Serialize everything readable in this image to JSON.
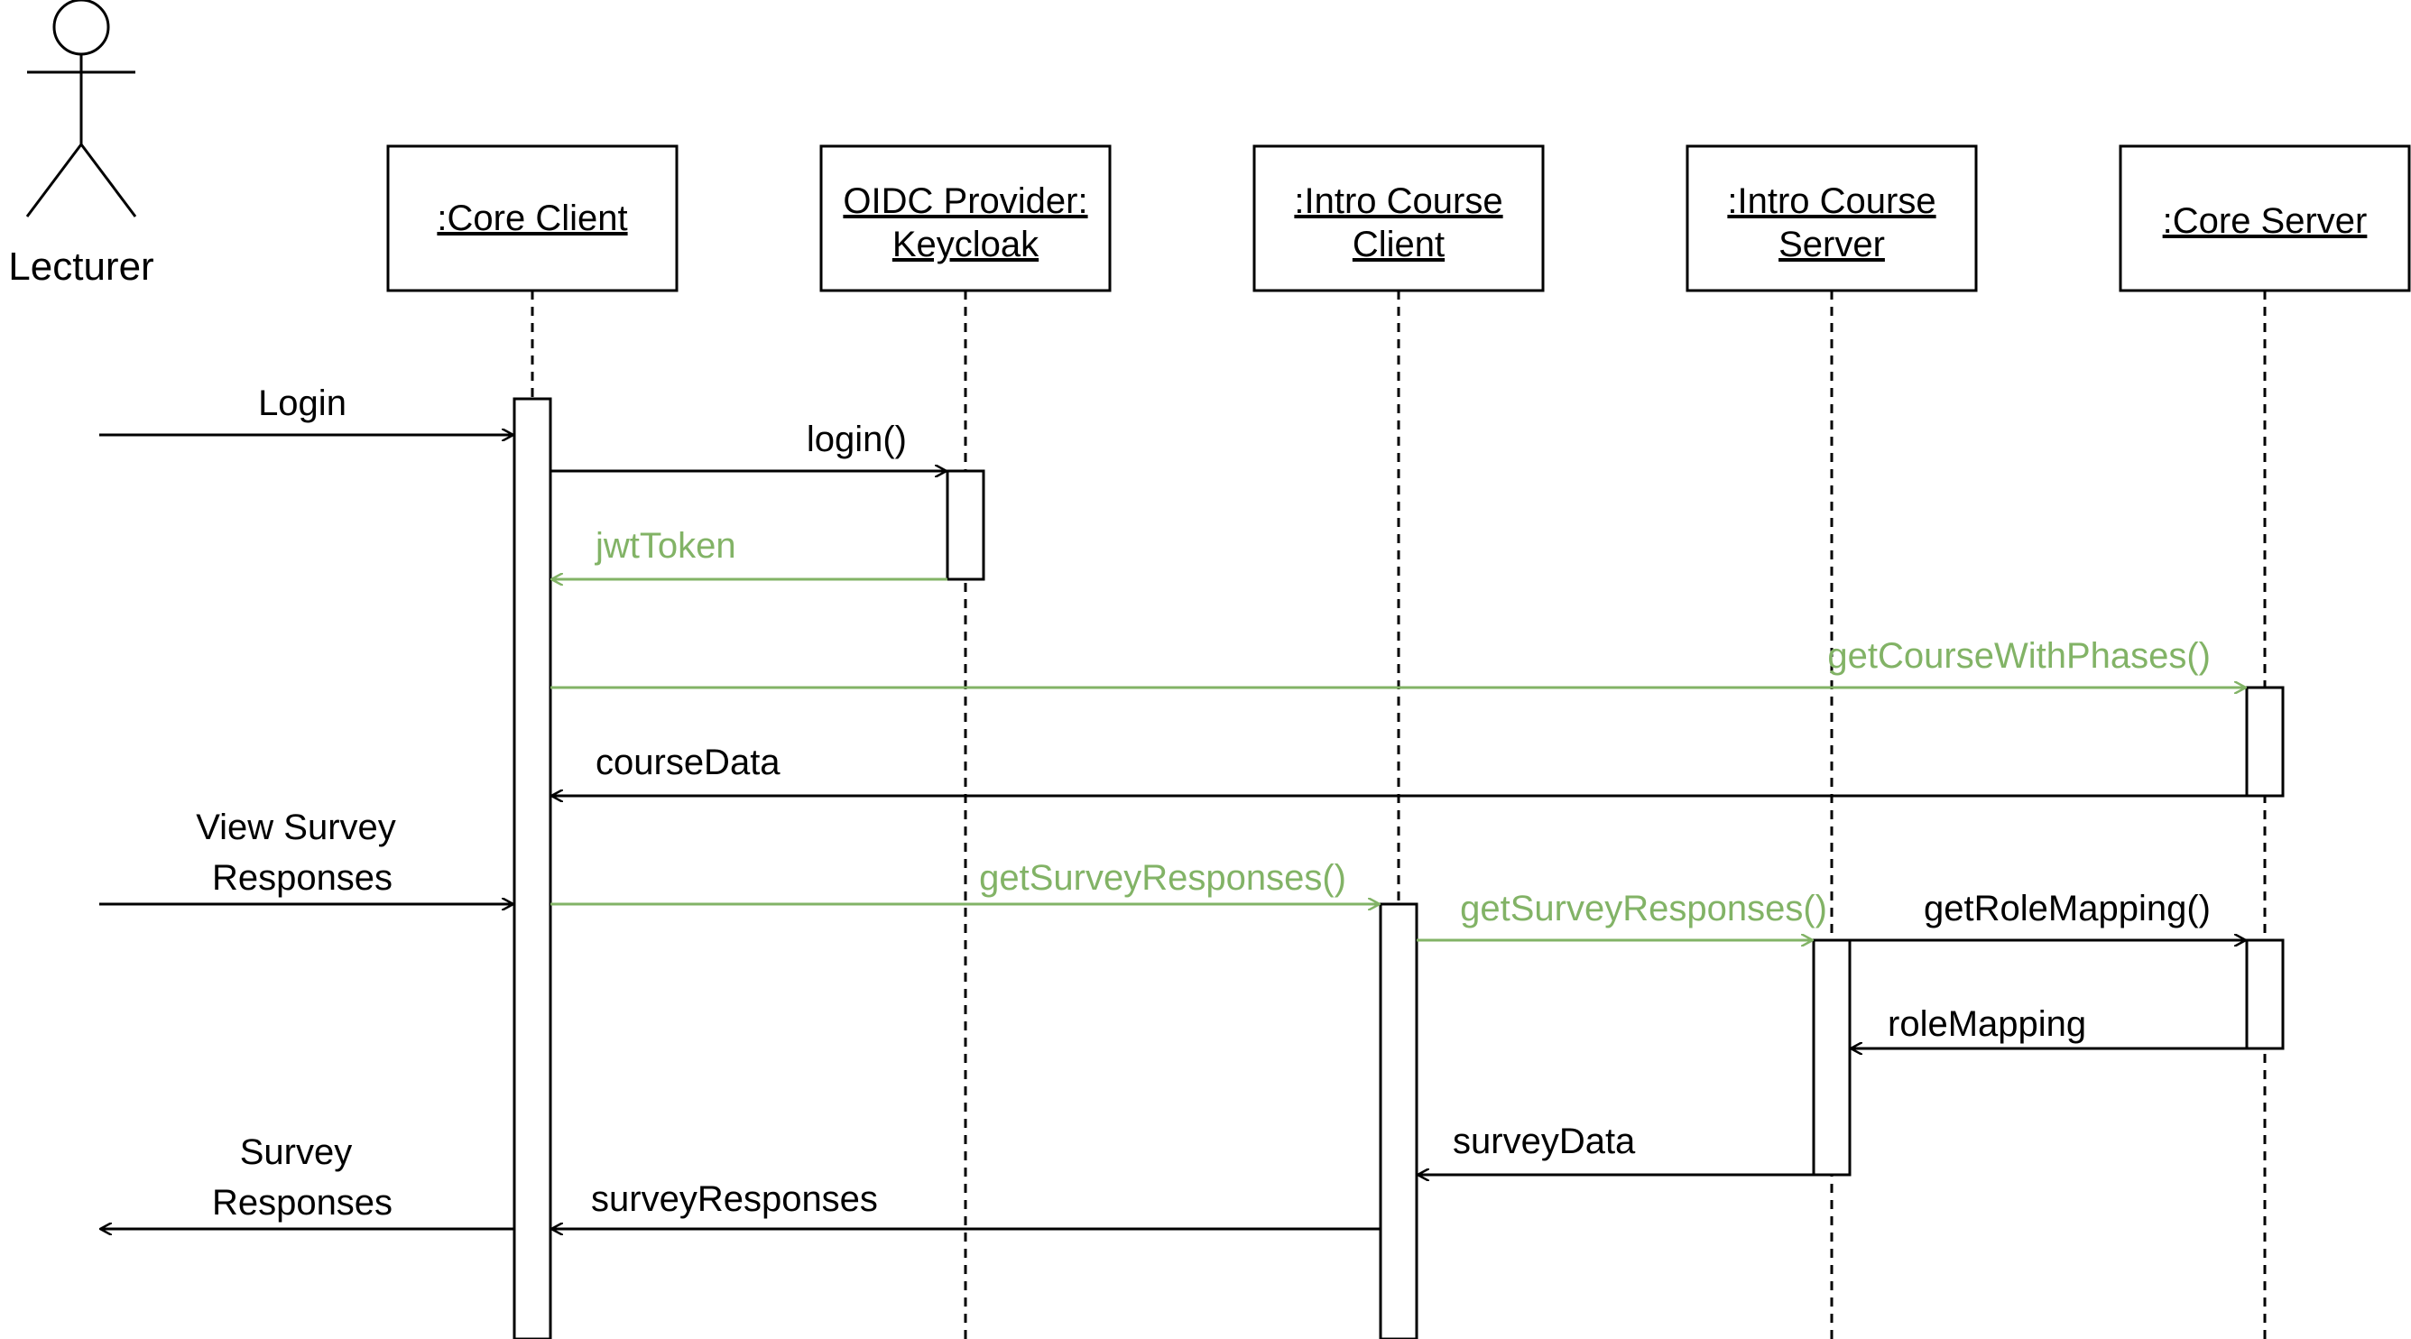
{
  "colors": {
    "line": "#000000",
    "return_highlight": "#82b366"
  },
  "actor": {
    "name": "Lecturer"
  },
  "participants": [
    {
      "id": "core-client",
      "lines": [
        ":Core Client"
      ]
    },
    {
      "id": "oidc-provider",
      "lines": [
        "OIDC Provider:",
        "Keycloak"
      ]
    },
    {
      "id": "intro-course-client",
      "lines": [
        ":Intro Course",
        "Client"
      ]
    },
    {
      "id": "intro-course-server",
      "lines": [
        ":Intro Course",
        "Server"
      ]
    },
    {
      "id": "core-server",
      "lines": [
        ":Core Server"
      ]
    }
  ],
  "messages": [
    {
      "label": [
        "Login"
      ],
      "from": "lecturer",
      "to": "core-client",
      "color": "black"
    },
    {
      "label": [
        "login()"
      ],
      "from": "core-client",
      "to": "oidc-provider",
      "color": "black"
    },
    {
      "label": [
        "jwtToken"
      ],
      "from": "oidc-provider",
      "to": "core-client",
      "color": "green"
    },
    {
      "label": [
        "getCourseWithPhases()"
      ],
      "from": "core-client",
      "to": "core-server",
      "color": "green"
    },
    {
      "label": [
        "courseData"
      ],
      "from": "core-server",
      "to": "core-client",
      "color": "black"
    },
    {
      "label": [
        "View Survey",
        "Responses"
      ],
      "from": "lecturer",
      "to": "core-client",
      "color": "black"
    },
    {
      "label": [
        "getSurveyResponses()"
      ],
      "from": "core-client",
      "to": "intro-course-client",
      "color": "green"
    },
    {
      "label": [
        "getSurveyResponses()"
      ],
      "from": "intro-course-client",
      "to": "intro-course-server",
      "color": "green"
    },
    {
      "label": [
        "getRoleMapping()"
      ],
      "from": "intro-course-server",
      "to": "core-server",
      "color": "black"
    },
    {
      "label": [
        "roleMapping"
      ],
      "from": "core-server",
      "to": "intro-course-server",
      "color": "black"
    },
    {
      "label": [
        "surveyData"
      ],
      "from": "intro-course-server",
      "to": "intro-course-client",
      "color": "black"
    },
    {
      "label": [
        "surveyResponses"
      ],
      "from": "intro-course-client",
      "to": "core-client",
      "color": "black"
    },
    {
      "label": [
        "Survey",
        "Responses"
      ],
      "from": "core-client",
      "to": "lecturer",
      "color": "black"
    }
  ]
}
